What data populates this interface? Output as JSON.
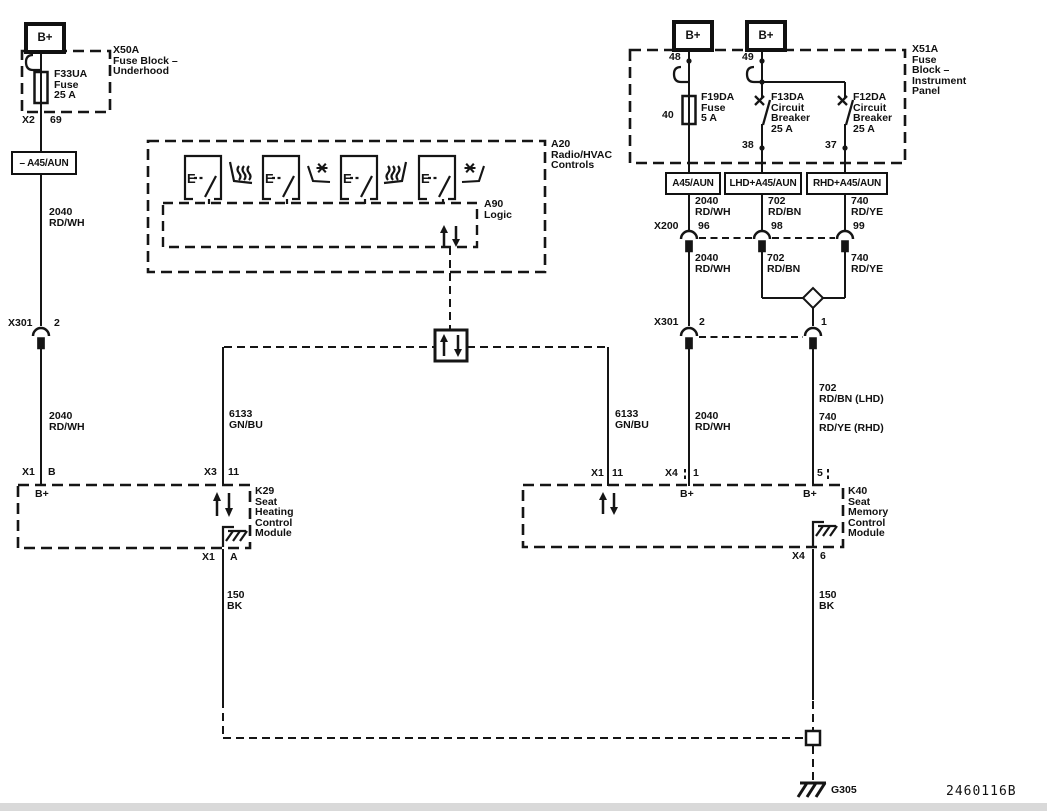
{
  "footer": {
    "doc_id": "2460116B",
    "ground_label": "G305"
  },
  "left": {
    "bplus": "B+",
    "x50a_title": "X50A\nFuse Block –\nUnderhood",
    "f33ua_label": "F33UA\nFuse\n25 A",
    "x2": "X2",
    "pin69": "69",
    "a45_tag": "– A45/AUN",
    "wire_2040_a": "2040\nRD/WH",
    "x301": "X301",
    "x301_pin2": "2",
    "wire_2040_b": "2040\nRD/WH",
    "x1": "X1",
    "pinB": "B"
  },
  "a20": {
    "title": "A20\nRadio/HVAC\nControls",
    "a90_title": "A90\nLogic",
    "switch_letter": "E"
  },
  "k29": {
    "title": "K29\nSeat\nHeating\nControl\nModule",
    "bplus": "B+",
    "x3": "X3",
    "pin11": "11",
    "x1": "X1",
    "pinA": "A",
    "wire_150": "150\nBK"
  },
  "data_link": {
    "wire_6133_left": "6133\nGN/BU",
    "wire_6133_right": "6133\nGN/BU"
  },
  "right": {
    "bplus1": "B+",
    "bplus2": "B+",
    "x51a_title": "X51A\nFuse\nBlock –\nInstrument\nPanel",
    "pin48": "48",
    "pin49": "49",
    "pin40": "40",
    "pin38": "38",
    "pin37": "37",
    "f19da_label": "F19DA\nFuse\n5 A",
    "f13da_label": "F13DA\nCircuit\nBreaker\n25 A",
    "f12da_label": "F12DA\nCircuit\nBreaker\n25 A",
    "tag_a45": "A45/AUN",
    "tag_lhd": "LHD+A45/AUN",
    "tag_rhd": "RHD+A45/AUN",
    "x200": "X200",
    "pin96": "96",
    "pin98": "98",
    "pin99": "99",
    "wire_2040_a": "2040\nRD/WH",
    "wire_702_a": "702\nRD/BN",
    "wire_740_a": "740\nRD/YE",
    "wire_2040_b": "2040\nRD/WH",
    "wire_702_b": "702\nRD/BN",
    "wire_740_b": "740\nRD/YE",
    "x301": "X301",
    "x301_pin2": "2",
    "x301_pin1": "1",
    "wire_2040_c": "2040\nRD/WH",
    "wire_702_lhd": "702\nRD/BN (LHD)",
    "wire_740_rhd": "740\nRD/YE (RHD)"
  },
  "k40": {
    "title": "K40\nSeat\nMemory\nControl\nModule",
    "x1": "X1",
    "pin11": "11",
    "x4": "X4",
    "pin1": "1",
    "pin5": "5",
    "bplus1": "B+",
    "bplus2": "B+",
    "x4_out": "X4",
    "pin6": "6",
    "wire_150": "150\nBK"
  }
}
